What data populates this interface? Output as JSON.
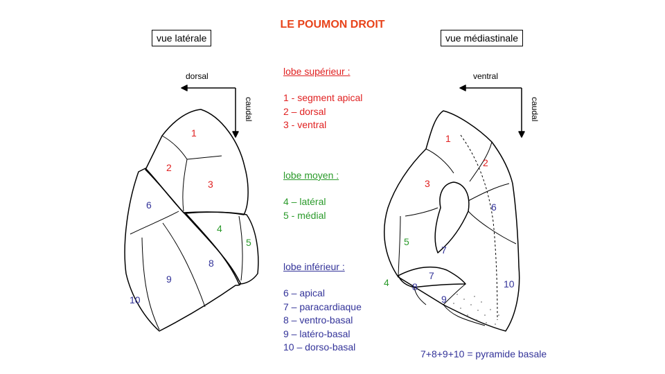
{
  "title": "LE POUMON DROIT",
  "views": {
    "lateral": "vue latérale",
    "mediastinal": "vue médiastinale"
  },
  "directions": {
    "lateral": {
      "horizontal": "dorsal",
      "vertical": "caudal"
    },
    "mediastinal": {
      "horizontal": "ventral",
      "vertical": "caudal"
    }
  },
  "legend": {
    "upper": {
      "heading": "lobe supérieur :",
      "items": [
        "1 - segment apical",
        "2 – dorsal",
        "3 - ventral"
      ]
    },
    "middle": {
      "heading": "lobe moyen :",
      "items": [
        "4 – latéral",
        "5 - médial"
      ]
    },
    "lower": {
      "heading": "lobe inférieur :",
      "items": [
        "6 – apical",
        "7 – paracardiaque",
        "8 – ventro-basal",
        "9 – latéro-basal",
        "10 – dorso-basal"
      ]
    }
  },
  "footnote": "7+8+9+10 = pyramide basale",
  "colors": {
    "title": "#e8431a",
    "upper": "#e02020",
    "middle": "#2a9a2a",
    "lower": "#333399"
  },
  "segment_labels": {
    "lateral": [
      "1",
      "2",
      "3",
      "4",
      "5",
      "6",
      "8",
      "9",
      "10"
    ],
    "mediastinal": [
      "1",
      "2",
      "3",
      "5",
      "6",
      "7",
      "7",
      "4",
      "8",
      "9",
      "10"
    ]
  }
}
